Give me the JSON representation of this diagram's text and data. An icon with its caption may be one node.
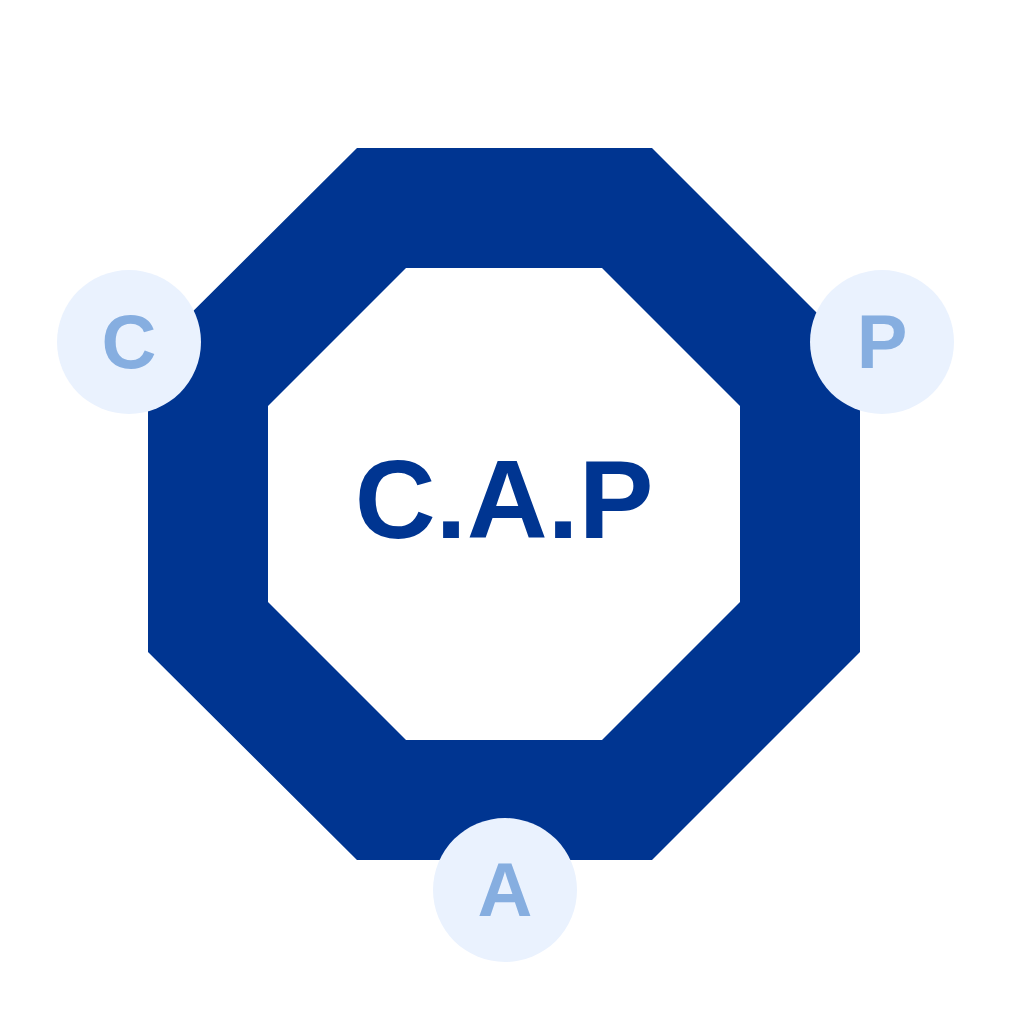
{
  "diagram": {
    "nodes": [
      {
        "text": [
          "C"
        ]
      },
      {
        "text": [
          "P"
        ]
      },
      {
        "text": [
          "C.A.P"
        ]
      },
      {
        "text": [
          "A"
        ]
      }
    ]
  }
}
